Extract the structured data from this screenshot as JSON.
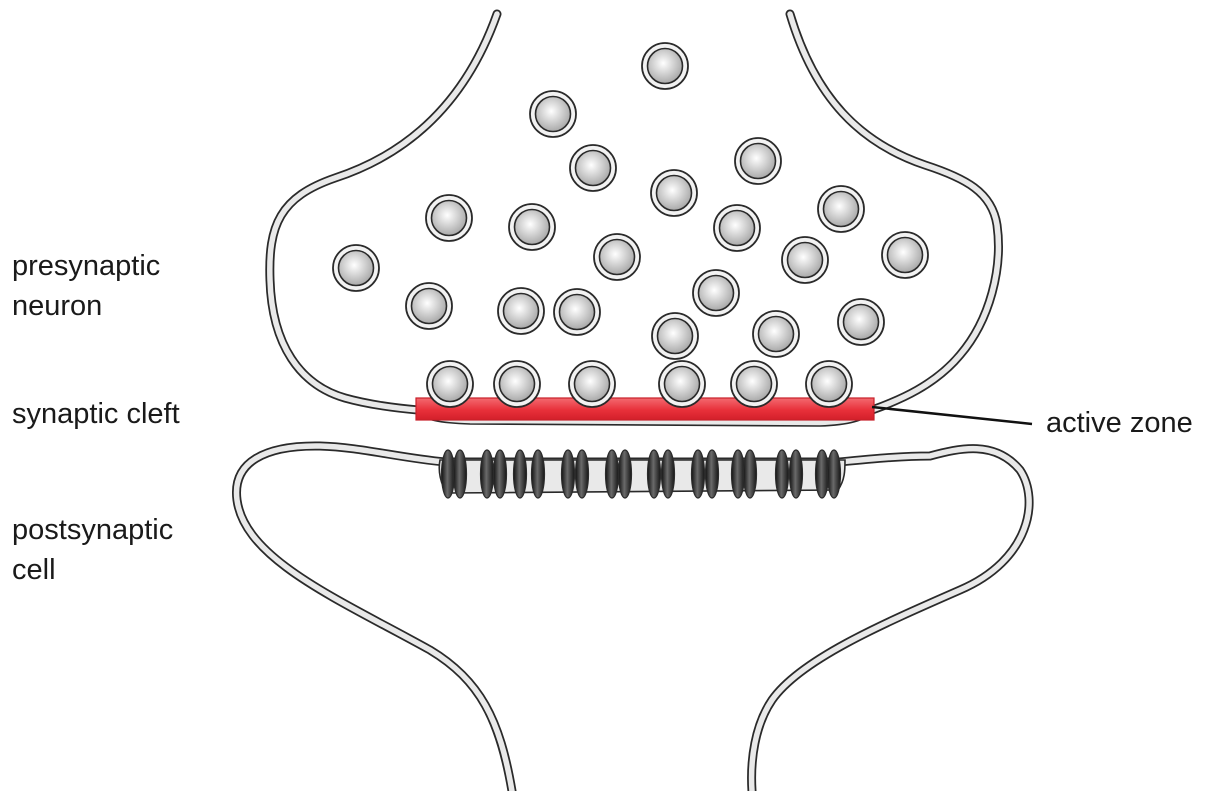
{
  "labels": {
    "presynaptic": [
      "presynaptic",
      "neuron"
    ],
    "cleft": "synaptic cleft",
    "postsynaptic": [
      "postsynaptic",
      "cell"
    ],
    "active_zone": "active zone"
  },
  "colors": {
    "membrane_fill": "#e9e9e9",
    "membrane_stroke": "#2a2a2a",
    "active_zone": "#e8303a",
    "vesicle_outer": "#f2f2f2",
    "vesicle_core_light": "#ffffff",
    "vesicle_core_dark": "#a6a6a6",
    "receptor": "#2b2b2b",
    "leader_line": "#111111"
  }
}
